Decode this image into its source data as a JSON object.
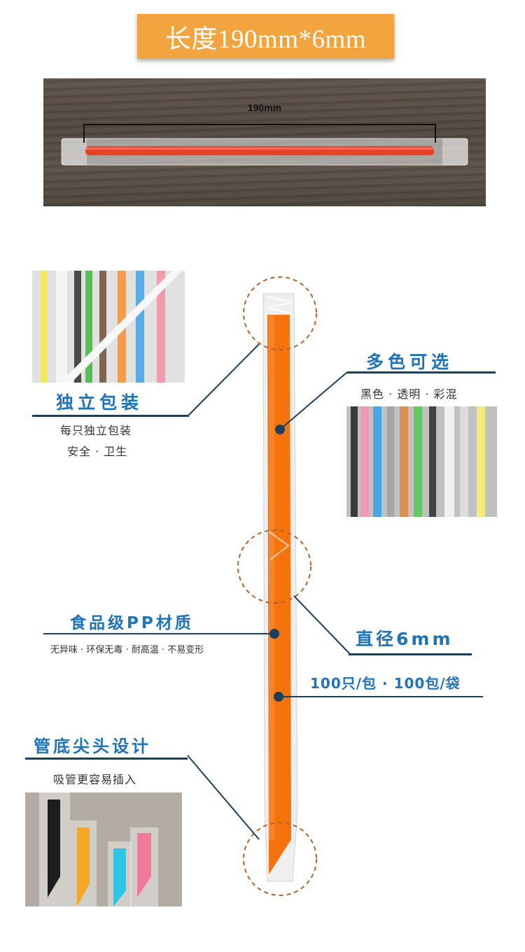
{
  "banner": {
    "title": "长度190mm*6mm"
  },
  "measure": {
    "label": "190mm"
  },
  "features": {
    "packaging": {
      "title": "独立包装",
      "line1": "每只独立包装",
      "line2": "安全 · 卫生"
    },
    "colors": {
      "title": "多色可选",
      "line1": "黑色 · 透明 · 彩混"
    },
    "material": {
      "title": "食品级PP材质",
      "line1": "无异味 · 环保无毒 · 耐高温 · 不易变形"
    },
    "diameter": {
      "title": "直径6mm",
      "line1": "100只/包 · 100包/袋"
    },
    "tip": {
      "title": "管底尖头设计",
      "line1": "吸管更容易插入"
    }
  },
  "colors": {
    "banner": "#f2a53f",
    "heading": "#1f73b7",
    "rule": "#1c3f5e",
    "straw_orange": "#f5730d",
    "straw_red": "#e8402a",
    "circle_dash": "#b5622a"
  }
}
